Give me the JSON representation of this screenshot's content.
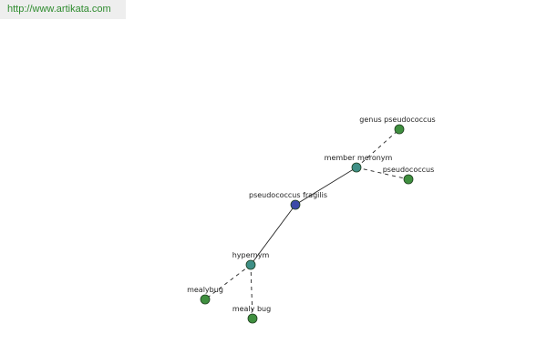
{
  "site_url": "http://www.artikata.com",
  "colors": {
    "edge": "#222222",
    "center_node": "#3b4aa8",
    "relation_node": "#3f8f86",
    "leaf_node": "#3f8f3f",
    "node_stroke": "#1f3f1f",
    "banner_text": "#2e8b2e",
    "banner_bg": "#eeeeee"
  },
  "graph": {
    "nodes": [
      {
        "id": "center",
        "label": "pseudococcus fragilis",
        "kind": "center"
      },
      {
        "id": "hypernym",
        "label": "hypernym",
        "kind": "relation"
      },
      {
        "id": "meronym",
        "label": "member meronym",
        "kind": "relation"
      },
      {
        "id": "genus",
        "label": "genus pseudococcus",
        "kind": "leaf"
      },
      {
        "id": "pseudo",
        "label": "pseudococcus",
        "kind": "leaf"
      },
      {
        "id": "mealybug1",
        "label": "mealybug",
        "kind": "leaf"
      },
      {
        "id": "mealybug2",
        "label": "mealy bug",
        "kind": "leaf"
      }
    ],
    "edges": [
      {
        "from": "center",
        "to": "meronym",
        "style": "solid"
      },
      {
        "from": "center",
        "to": "hypernym",
        "style": "solid"
      },
      {
        "from": "meronym",
        "to": "genus",
        "style": "dashed"
      },
      {
        "from": "meronym",
        "to": "pseudo",
        "style": "dashed"
      },
      {
        "from": "hypernym",
        "to": "mealybug1",
        "style": "dashed"
      },
      {
        "from": "hypernym",
        "to": "mealybug2",
        "style": "dashed"
      }
    ]
  }
}
